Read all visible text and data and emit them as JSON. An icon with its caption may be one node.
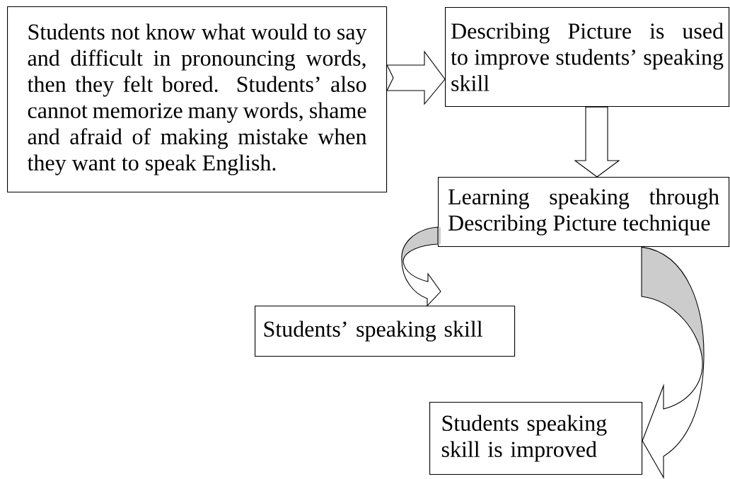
{
  "diagram": {
    "nodes": [
      {
        "text": [
          "Students not know what would to say and difficult in pronouncing words, then they felt bored. Students’ also cannot memorize many words, shame and afraid of making mistake when they want to speak English."
        ]
      },
      {
        "text": [
          "Describing Picture is used to improve students’ speaking skill"
        ]
      },
      {
        "text": [
          "Learning speaking through Describing Picture technique"
        ]
      },
      {
        "text": [
          "Students’ speaking skill"
        ]
      },
      {
        "text": [
          "Students speaking skill is improved"
        ]
      }
    ],
    "edges": [
      {
        "from": 0,
        "to": 1,
        "arrow": "to"
      },
      {
        "from": 1,
        "to": 2,
        "arrow": "to"
      },
      {
        "from": 2,
        "to": 3,
        "arrow": "to"
      },
      {
        "from": 2,
        "to": 4,
        "arrow": "to"
      }
    ]
  }
}
